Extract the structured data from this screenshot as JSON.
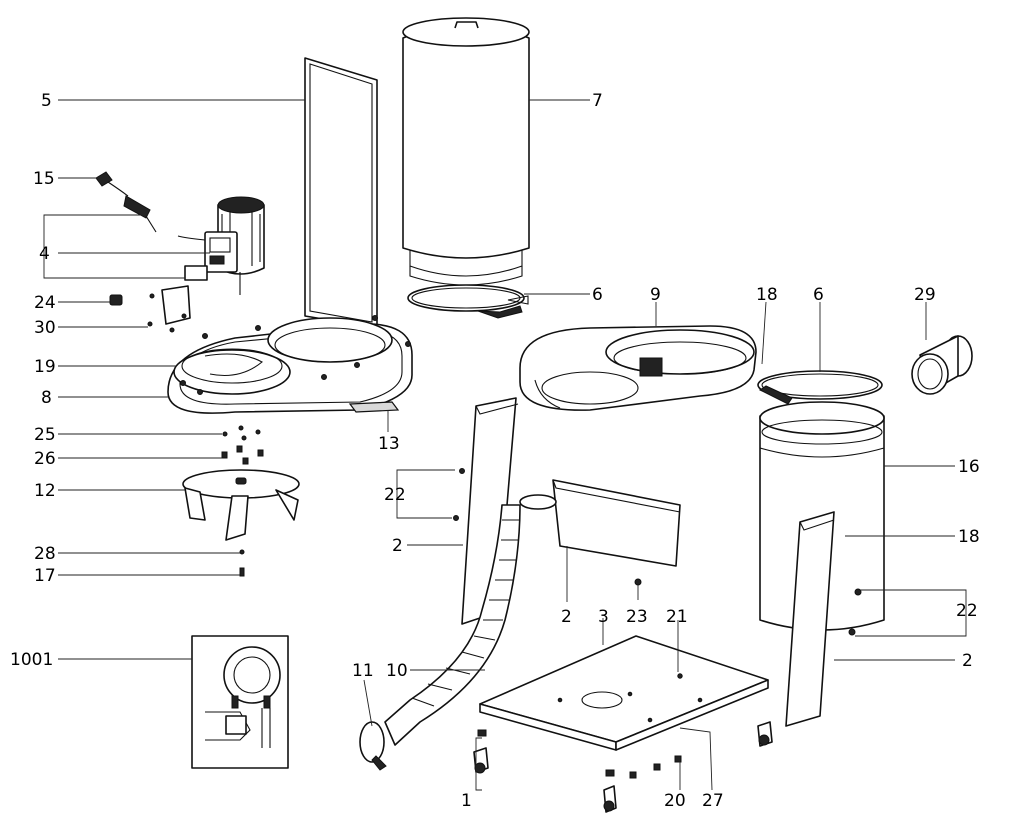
{
  "callouts": {
    "c1": "1",
    "c2a": "2",
    "c2b": "2",
    "c2c": "2",
    "c3": "3",
    "c4": "4",
    "c5": "5",
    "c6a": "6",
    "c6b": "6",
    "c7": "7",
    "c8": "8",
    "c9": "9",
    "c10": "10",
    "c11": "11",
    "c12": "12",
    "c13": "13",
    "c15": "15",
    "c16": "16",
    "c17": "17",
    "c18a": "18",
    "c18b": "18",
    "c19": "19",
    "c20": "20",
    "c21": "21",
    "c22a": "22",
    "c22b": "22",
    "c23": "23",
    "c24": "24",
    "c25": "25",
    "c26": "26",
    "c27": "27",
    "c28": "28",
    "c29": "29",
    "c30": "30",
    "c1001": "1001"
  }
}
